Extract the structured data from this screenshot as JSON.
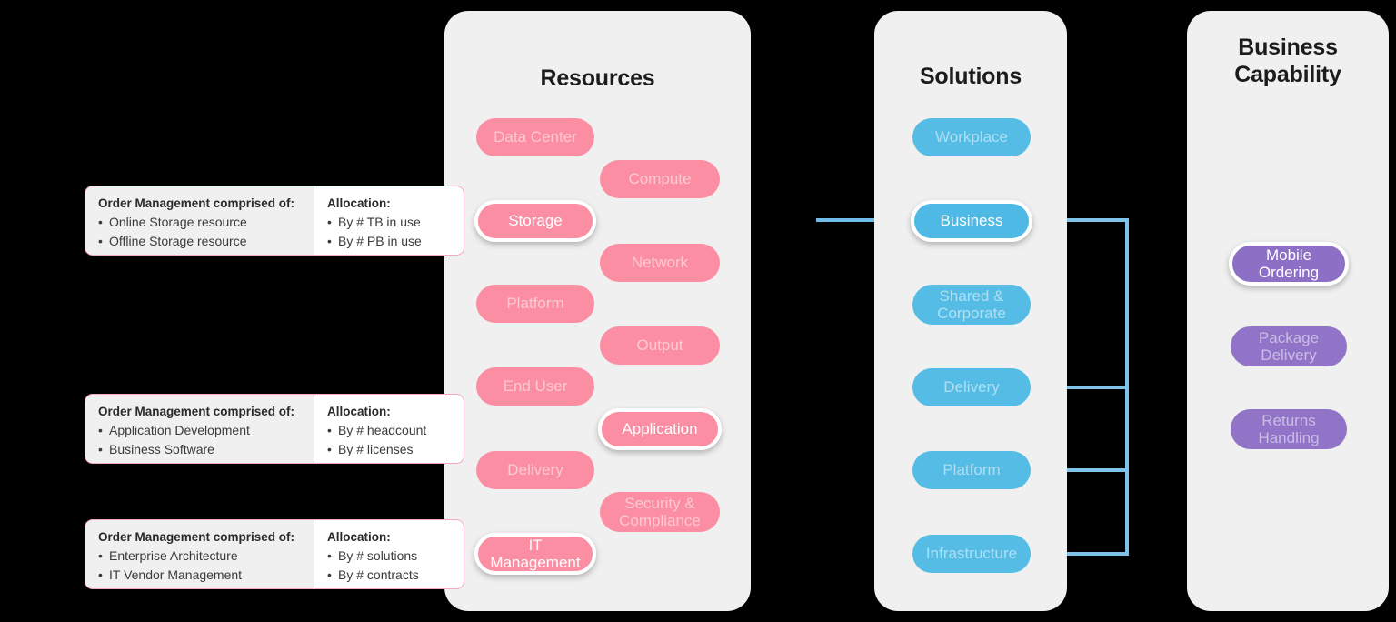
{
  "background_color": "#000000",
  "panel_color": "#F0F0F0",
  "accent": {
    "resource_pink": "#FB8EA2",
    "solution_blue": "#4FB9E5",
    "capability_purple": "#8E6FC6",
    "callout_border_pink": "#F6A8BC",
    "active_ring": "#FFFFFF"
  },
  "columns": {
    "resources": {
      "title": "Resources",
      "nodes": [
        {
          "label": "Data Center",
          "state": "dim"
        },
        {
          "label": "Compute",
          "state": "dim"
        },
        {
          "label": "Storage",
          "state": "active"
        },
        {
          "label": "Network",
          "state": "dim"
        },
        {
          "label": "Platform",
          "state": "dim"
        },
        {
          "label": "Output",
          "state": "dim"
        },
        {
          "label": "End User",
          "state": "dim"
        },
        {
          "label": "Application",
          "state": "active"
        },
        {
          "label": "Delivery",
          "state": "dim"
        },
        {
          "label": "Security & Compliance",
          "state": "dim"
        },
        {
          "label": "IT Management",
          "state": "active"
        }
      ]
    },
    "solutions": {
      "title": "Solutions",
      "nodes": [
        {
          "label": "Workplace",
          "state": "dim"
        },
        {
          "label": "Business",
          "state": "active"
        },
        {
          "label": "Shared & Corporate",
          "state": "dim"
        },
        {
          "label": "Delivery",
          "state": "dim"
        },
        {
          "label": "Platform",
          "state": "dim"
        },
        {
          "label": "Infrastructure",
          "state": "dim"
        }
      ]
    },
    "capability": {
      "title": "Business Capability",
      "title_line1": "Business",
      "title_line2": "Capability",
      "nodes": [
        {
          "label": "Mobile Ordering",
          "state": "active"
        },
        {
          "label": "Package Delivery",
          "state": "dim"
        },
        {
          "label": "Returns Handling",
          "state": "dim"
        }
      ]
    }
  },
  "callouts": [
    {
      "left_heading": "Order Management comprised of:",
      "left_items": [
        "Online Storage resource",
        "Offline Storage resource"
      ],
      "right_heading": "Allocation:",
      "right_items": [
        "By # TB in use",
        "By # PB in use"
      ]
    },
    {
      "left_heading": "Order Management comprised of:",
      "left_items": [
        "Application Development",
        "Business Software"
      ],
      "right_heading": "Allocation:",
      "right_items": [
        "By # headcount",
        "By # licenses"
      ]
    },
    {
      "left_heading": "Order Management comprised of:",
      "left_items": [
        "Enterprise Architecture",
        "IT Vendor Management"
      ],
      "right_heading": "Allocation:",
      "right_items": [
        "By # solutions",
        "By # contracts"
      ]
    }
  ]
}
